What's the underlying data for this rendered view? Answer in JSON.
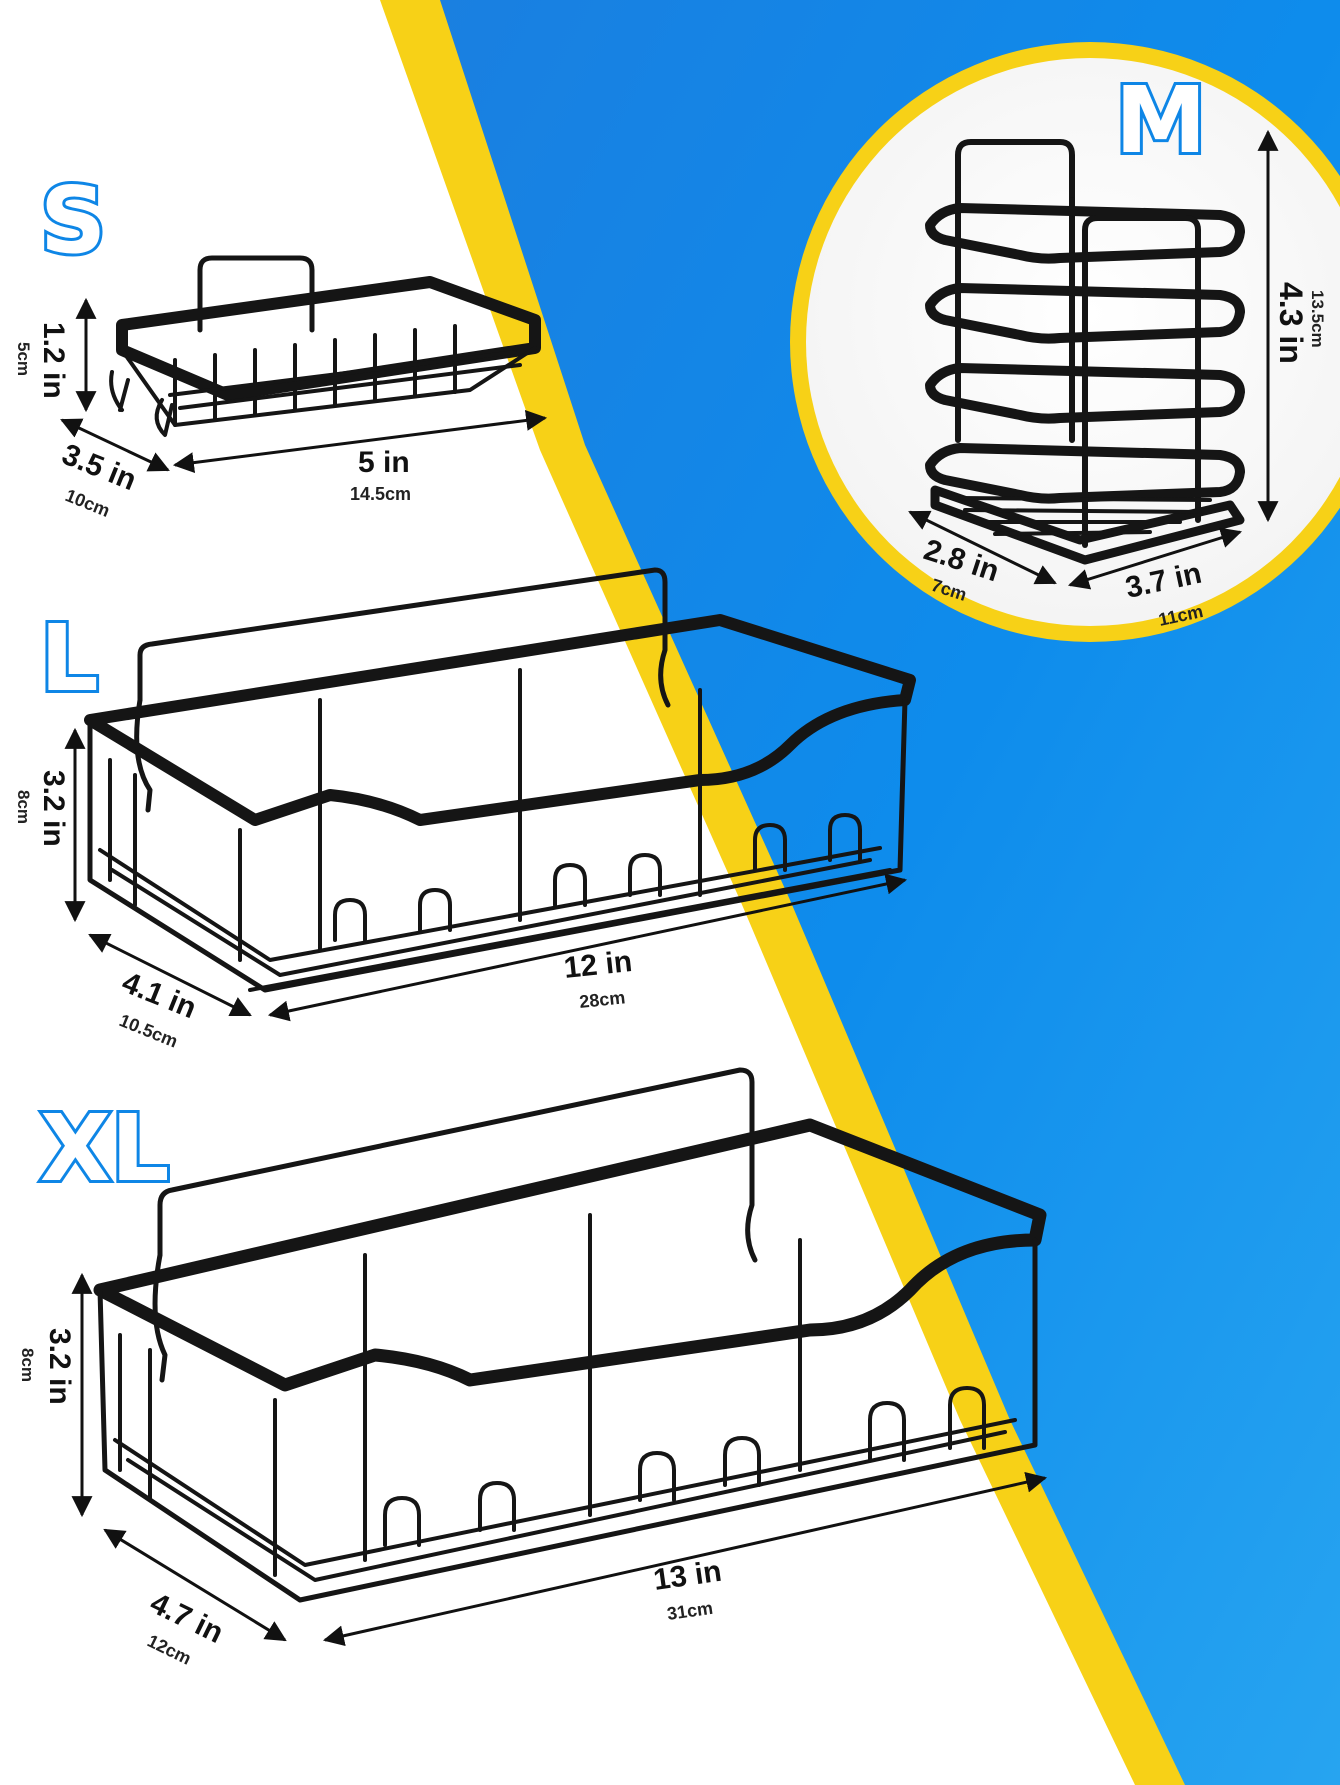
{
  "colors": {
    "accent_blue": "#0e86e6",
    "accent_yellow": "#f7d117",
    "background_left": "#ffffff",
    "product": "#151515"
  },
  "products": {
    "s": {
      "label": "S",
      "height_in": "1.2 in",
      "height_cm": "5cm",
      "depth_in": "3.5 in",
      "depth_cm": "10cm",
      "width_in": "5 in",
      "width_cm": "14.5cm"
    },
    "m": {
      "label": "M",
      "height_in": "4.3 in",
      "height_cm": "13.5cm",
      "depth_in": "2.8 in",
      "depth_cm": "7cm",
      "width_in": "3.7 in",
      "width_cm": "11cm"
    },
    "l": {
      "label": "L",
      "height_in": "3.2 in",
      "height_cm": "8cm",
      "depth_in": "4.1 in",
      "depth_cm": "10.5cm",
      "width_in": "12 in",
      "width_cm": "28cm"
    },
    "xl": {
      "label": "XL",
      "height_in": "3.2 in",
      "height_cm": "8cm",
      "depth_in": "4.7 in",
      "depth_cm": "12cm",
      "width_in": "13 in",
      "width_cm": "31cm"
    }
  }
}
